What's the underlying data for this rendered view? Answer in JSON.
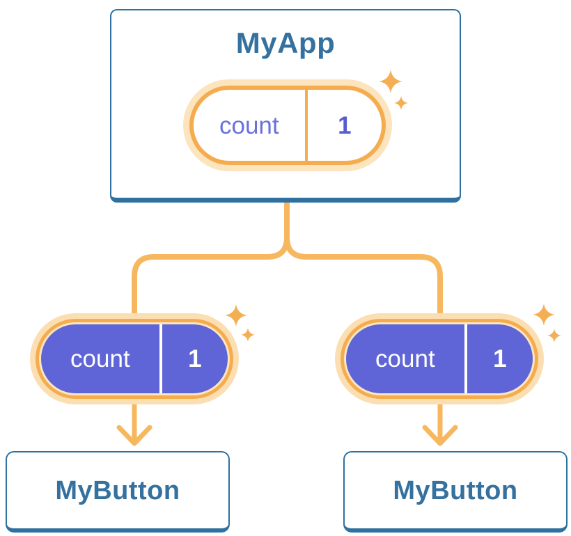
{
  "tree": {
    "root": {
      "title": "MyApp",
      "state": {
        "name": "count",
        "value": "1"
      }
    },
    "children": [
      {
        "title": "MyButton",
        "state": {
          "name": "count",
          "value": "1"
        }
      },
      {
        "title": "MyButton",
        "state": {
          "name": "count",
          "value": "1"
        }
      }
    ]
  },
  "icons": {
    "sparkle": "four-point-star"
  },
  "colors": {
    "card_border_blue": "#2E71A0",
    "title_text_blue": "#35719F",
    "connector_orange": "#F7B75E",
    "pill_ring_orange": "#F5AC4F",
    "pill_halo_cream": "#FBDFB2",
    "pill_halo_cream_light": "#FCE4BE",
    "state_fill_purple": "#5F65D6",
    "state_text_purple": "#6B70DC",
    "sparkle_orange": "#F4AF55",
    "background": "#FFFFFF"
  }
}
